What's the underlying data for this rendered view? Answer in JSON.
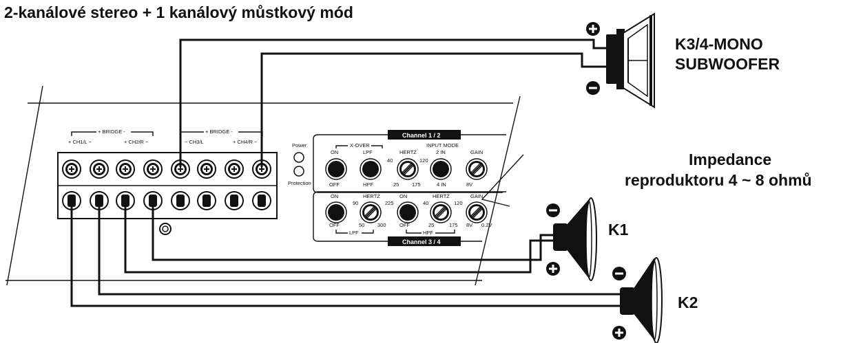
{
  "title": "2-kanálové stereo + 1 kanálový můstkový mód",
  "subwoofer": {
    "label_line1": "K3/4-MONO",
    "label_line2": "SUBWOOFER",
    "plus": "+",
    "minus": "−"
  },
  "impedance": {
    "line1": "Impedance",
    "line2": "reproduktoru 4 ~ 8 ohmů"
  },
  "speakers": {
    "k1": "K1",
    "k2": "K2"
  },
  "terminals": {
    "bridge_label": "+ BRIDGE -",
    "labels": [
      "+ CH1/L −",
      "+ CH2/R −",
      "− CH3/L",
      "+ CH4/R −"
    ]
  },
  "indicators": {
    "power": "Power",
    "protection": "Protection"
  },
  "panel_top": {
    "channel": "Channel 1 / 2",
    "xover": "X-OVER",
    "input_mode": "INPUT MODE",
    "on": "ON",
    "lpf": "LPF",
    "hertz": "HERTZ",
    "two_in": "2 IN",
    "gain": "GAIN",
    "off": "OFF",
    "hpf": "HPF",
    "four_in": "4 IN",
    "hz_min": "25",
    "hz_max": "175",
    "hz_40": "40",
    "hz_120": "120",
    "gain_min": "8V"
  },
  "panel_bottom": {
    "channel": "Channel 3 / 4",
    "on": "ON",
    "hertz": "HERTZ",
    "on2": "ON",
    "hertz2": "HERTZ",
    "gain": "GAIN",
    "off": "OFF",
    "off2": "OFF",
    "lpf_min": "50",
    "lpf_max": "300",
    "lpf_90": "90",
    "lpf_225": "225",
    "hpf_min": "25",
    "hpf_max": "175",
    "hpf_40": "40",
    "hpf_120": "120",
    "gain_min": "8V",
    "gain_max": "0.2V",
    "lpf": "LPF",
    "hpf": "HPF"
  }
}
